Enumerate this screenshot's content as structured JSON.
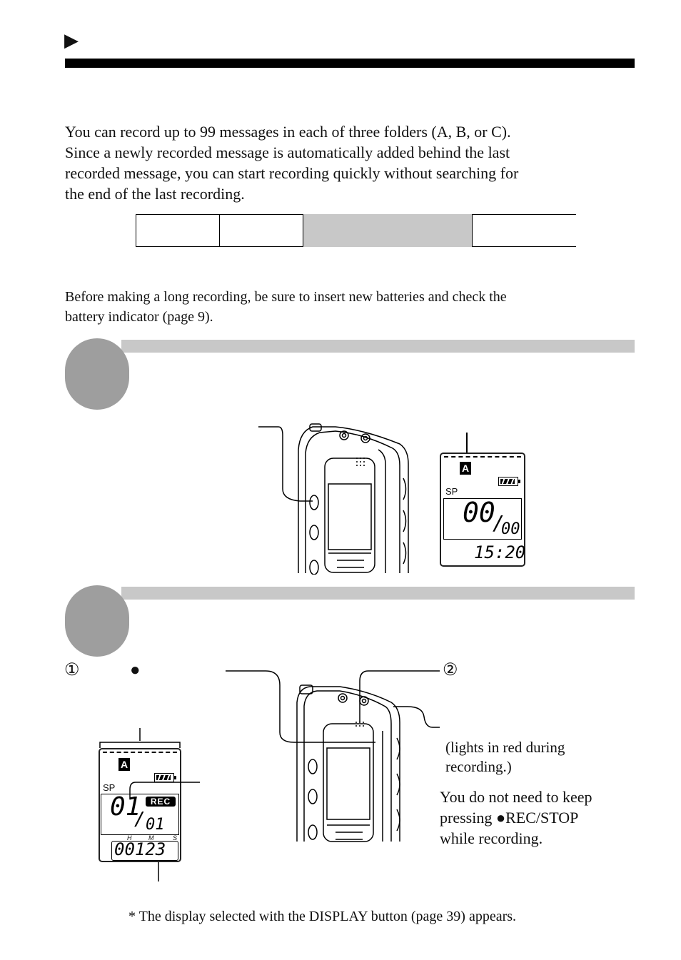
{
  "header": {
    "arrow": "▶"
  },
  "intro": {
    "line1": "You can record up to 99 messages in each of three folders (A, B, or C).",
    "line2": "Since a newly recorded message is automatically added behind the last",
    "line3": "recorded message, you can start recording quickly without searching for",
    "line4": "the end of the last recording."
  },
  "note": {
    "line1": "Before making a long recording, be sure to insert new batteries and check the",
    "line2": "battery indicator (page 9)."
  },
  "display1": {
    "folder": "A",
    "mode": "SP",
    "counter_big": "00",
    "counter_small": "00",
    "time": "15:20"
  },
  "step2": {
    "marker1": "①",
    "rec_dot": "●",
    "marker2": "②",
    "lamp_note_line1": "(lights in red during",
    "lamp_note_line2": "recording.)",
    "hold_line1": "You do not need to keep",
    "hold_line2": "pressing ●REC/STOP",
    "hold_line3": "while recording."
  },
  "display2": {
    "folder": "A",
    "mode": "SP",
    "rec_badge": "REC",
    "counter_big": "01",
    "counter_small": "01",
    "h": "H",
    "m": "M",
    "s": "S",
    "elapsed": "00123"
  },
  "footnote": "* The display selected with the DISPLAY button (page 39) appears."
}
